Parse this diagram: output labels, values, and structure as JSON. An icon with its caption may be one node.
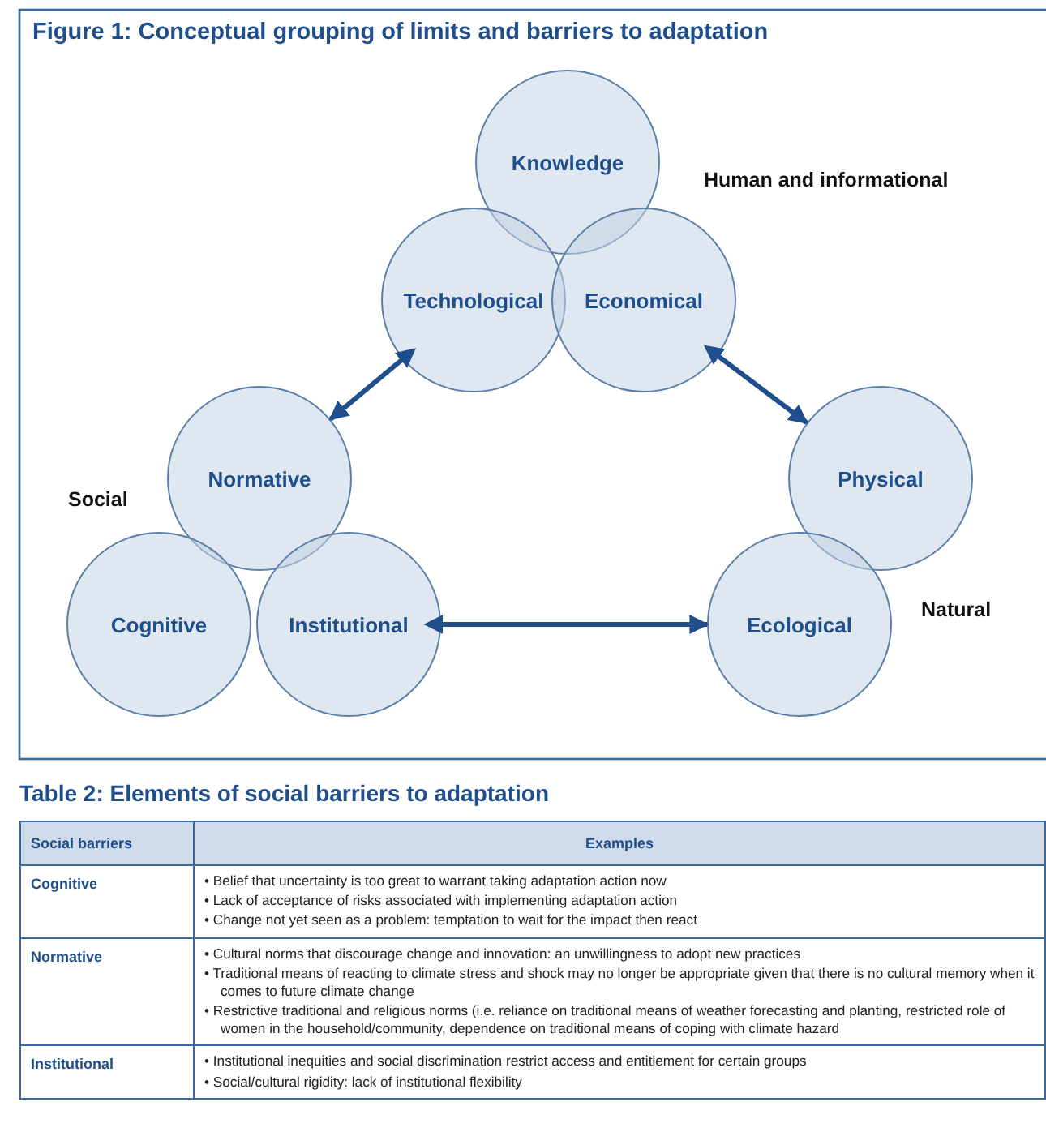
{
  "diagram": {
    "title": "Figure 1: Conceptual grouping of limits and barriers to adaptation",
    "nodes": [
      {
        "text": [
          "Knowledge"
        ]
      },
      {
        "text": [
          "Technological"
        ]
      },
      {
        "text": [
          "Economical"
        ]
      },
      {
        "text": [
          "Normative"
        ]
      },
      {
        "text": [
          "Cognitive"
        ]
      },
      {
        "text": [
          "Institutional"
        ]
      },
      {
        "text": [
          "Physical"
        ]
      },
      {
        "text": [
          "Ecological"
        ]
      }
    ],
    "edges": [
      {
        "from": 1,
        "to": 3,
        "arrow": "both"
      },
      {
        "from": 2,
        "to": 6,
        "arrow": "both"
      },
      {
        "from": 5,
        "to": 7,
        "arrow": "both"
      }
    ],
    "labels": [
      "Human and informational",
      "Social",
      "Natural",
      "Table 2: Elements of social barriers to adaptation",
      "Social barriers",
      "Examples",
      "Cognitive",
      "• Belief that  uncertainty is too great to warrant taking adaptation action now",
      "• Lack of acceptance of risks associated with implementing adaptation action",
      "• Change not yet seen as a problem:  temptation to wait for the impact then react",
      "Normative",
      "• Cultural norms that discourage change and innovation: an unwillingness to adopt new practices",
      "• Traditional means of reacting to climate stress and shock may no longer be appropriate given that there is no cultural memory when it comes to future climate change",
      "• Restrictive traditional and religious norms (i.e. reliance on traditional means of weather forecasting and planting, restricted role of women in the household/community, dependence on traditional means of coping with climate hazard",
      "Institutional",
      "• Institutional inequities and social discrimination restrict access and entitlement for certain groups",
      "• Social/cultural rigidity: lack of institutional flexibility"
    ]
  }
}
